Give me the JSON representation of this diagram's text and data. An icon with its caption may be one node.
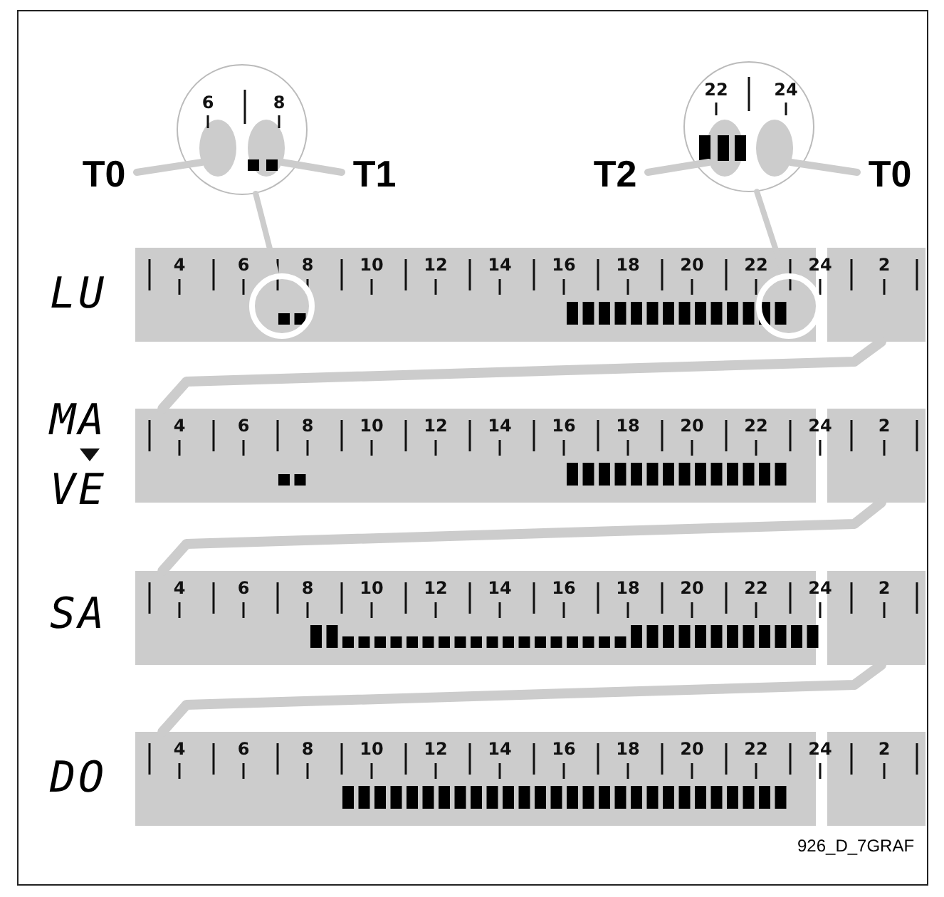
{
  "diagram": {
    "nodes": [
      {
        "text": [
          "6",
          "8"
        ]
      },
      {
        "text": [],
        "shape": "ellipse",
        "in": 0
      },
      {
        "text": [],
        "shape": "ellipse",
        "in": 0
      },
      {
        "text": [
          "22",
          "24"
        ]
      },
      {
        "text": [],
        "shape": "ellipse",
        "in": 3
      },
      {
        "text": [],
        "shape": "ellipse",
        "in": 3
      },
      {
        "text": [
          "T0"
        ]
      },
      {
        "text": [
          "T1"
        ]
      },
      {
        "text": [
          "T2"
        ]
      },
      {
        "text": [
          "T0"
        ]
      },
      {
        "text": [],
        "shape": "circle",
        "in": 12
      },
      {
        "text": [],
        "shape": "circle"
      },
      {
        "text": [
          "4",
          "6",
          "8",
          "10",
          "12",
          "14",
          "16",
          "18",
          "20",
          "22",
          "24"
        ]
      },
      {
        "text": [
          "2"
        ]
      },
      {
        "text": [
          "4",
          "6",
          "8",
          "10",
          "12",
          "14",
          "16",
          "18",
          "20",
          "22",
          "24"
        ]
      },
      {
        "text": [
          "2"
        ]
      },
      {
        "text": [
          "4",
          "6",
          "8",
          "10",
          "12",
          "14",
          "16",
          "18",
          "20",
          "22",
          "24"
        ]
      },
      {
        "text": [
          "2"
        ]
      },
      {
        "text": [
          "4",
          "6",
          "8",
          "10",
          "12",
          "14",
          "16",
          "18",
          "20",
          "22",
          "24"
        ]
      },
      {
        "text": [
          "2"
        ]
      }
    ],
    "edges": [
      {
        "from": 6,
        "to": 1,
        "arrow": "none"
      },
      {
        "from": 7,
        "to": 2,
        "arrow": "none"
      },
      {
        "from": 8,
        "to": 4,
        "arrow": "none"
      },
      {
        "from": 9,
        "to": 5,
        "arrow": "none"
      },
      {
        "from": 0,
        "to": 10,
        "arrow": "none"
      },
      {
        "from": 3,
        "to": 11,
        "arrow": "none"
      },
      {
        "from": 13,
        "to": 14,
        "arrow": "none"
      },
      {
        "from": 15,
        "to": 16,
        "arrow": "none"
      },
      {
        "from": 17,
        "to": 18,
        "arrow": "none"
      }
    ],
    "labels": [
      "LU",
      "MA",
      "VE",
      "SA",
      "DO",
      "926_D_7GRAF"
    ]
  }
}
